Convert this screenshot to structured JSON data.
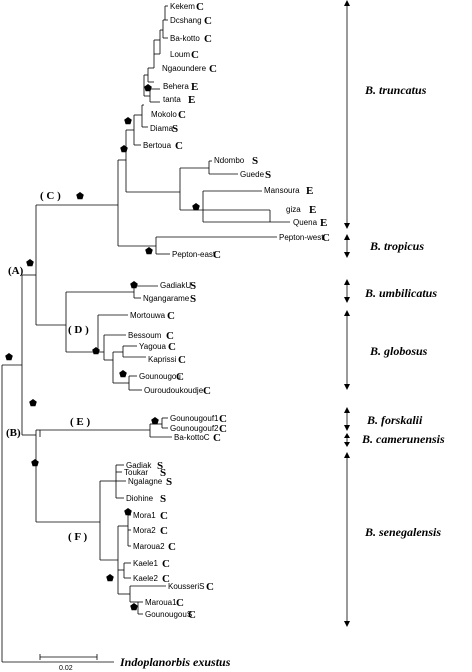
{
  "tips": [
    {
      "name": "Kekem",
      "code": "C"
    },
    {
      "name": "Dcshang",
      "code": "C"
    },
    {
      "name": "Ba-kotto",
      "code": "C"
    },
    {
      "name": "Loum",
      "code": "C"
    },
    {
      "name": "Ngaoundere",
      "code": "C"
    },
    {
      "name": "Behera",
      "code": "E"
    },
    {
      "name": "tanta",
      "code": "E"
    },
    {
      "name": "Mokolo",
      "code": "C"
    },
    {
      "name": "Diama",
      "code": "S"
    },
    {
      "name": "Bertoua",
      "code": "C"
    },
    {
      "name": "Ndombo",
      "code": "S"
    },
    {
      "name": "Guede",
      "code": "S"
    },
    {
      "name": "Mansoura",
      "code": "E"
    },
    {
      "name": "giza",
      "code": "E"
    },
    {
      "name": "Quena",
      "code": "E"
    },
    {
      "name": "Pepton-west",
      "code": "C"
    },
    {
      "name": "Pepton-east",
      "code": "C"
    },
    {
      "name": "GadiakU",
      "code": "S"
    },
    {
      "name": "Ngangarame",
      "code": "S"
    },
    {
      "name": "Mortouwa",
      "code": "C"
    },
    {
      "name": "Bessoum",
      "code": "C"
    },
    {
      "name": "Yagoua",
      "code": "C"
    },
    {
      "name": "Kaprissi",
      "code": "C"
    },
    {
      "name": "Gounougou",
      "code": "C"
    },
    {
      "name": "Ouroudoukoudje",
      "code": "C"
    },
    {
      "name": "Gounougouf1",
      "code": "C"
    },
    {
      "name": "Gounougouf2",
      "code": "C"
    },
    {
      "name": "Ba-kottoC",
      "code": "C"
    },
    {
      "name": "Gadiak",
      "code": "S"
    },
    {
      "name": "Toukar",
      "code": "S"
    },
    {
      "name": "Ngalagne",
      "code": "S"
    },
    {
      "name": "Diohine",
      "code": "S"
    },
    {
      "name": "Mora1",
      "code": "C"
    },
    {
      "name": "Mora2",
      "code": "C"
    },
    {
      "name": "Maroua2",
      "code": "C"
    },
    {
      "name": "Kaele1",
      "code": "C"
    },
    {
      "name": "Kaele2",
      "code": "C"
    },
    {
      "name": "KousseriS",
      "code": "C"
    },
    {
      "name": "Maroua1",
      "code": "C"
    },
    {
      "name": "GounougouS",
      "code": "C"
    }
  ],
  "outgroup": "Indoplanorbis exustus",
  "nodes": [
    "(A)",
    "(B)",
    "( C )",
    "( D )",
    "( E )",
    "( F )"
  ],
  "clades": [
    "B. truncatus",
    "B. tropicus",
    "B. umbilicatus",
    "B. globosus",
    "B. forskalii",
    "B. camerunensis",
    "B. senegalensis"
  ],
  "scale_label": "0.02",
  "icons": {
    "support_marker": "pentagon-icon",
    "range_marker": "double-arrow-icon"
  }
}
